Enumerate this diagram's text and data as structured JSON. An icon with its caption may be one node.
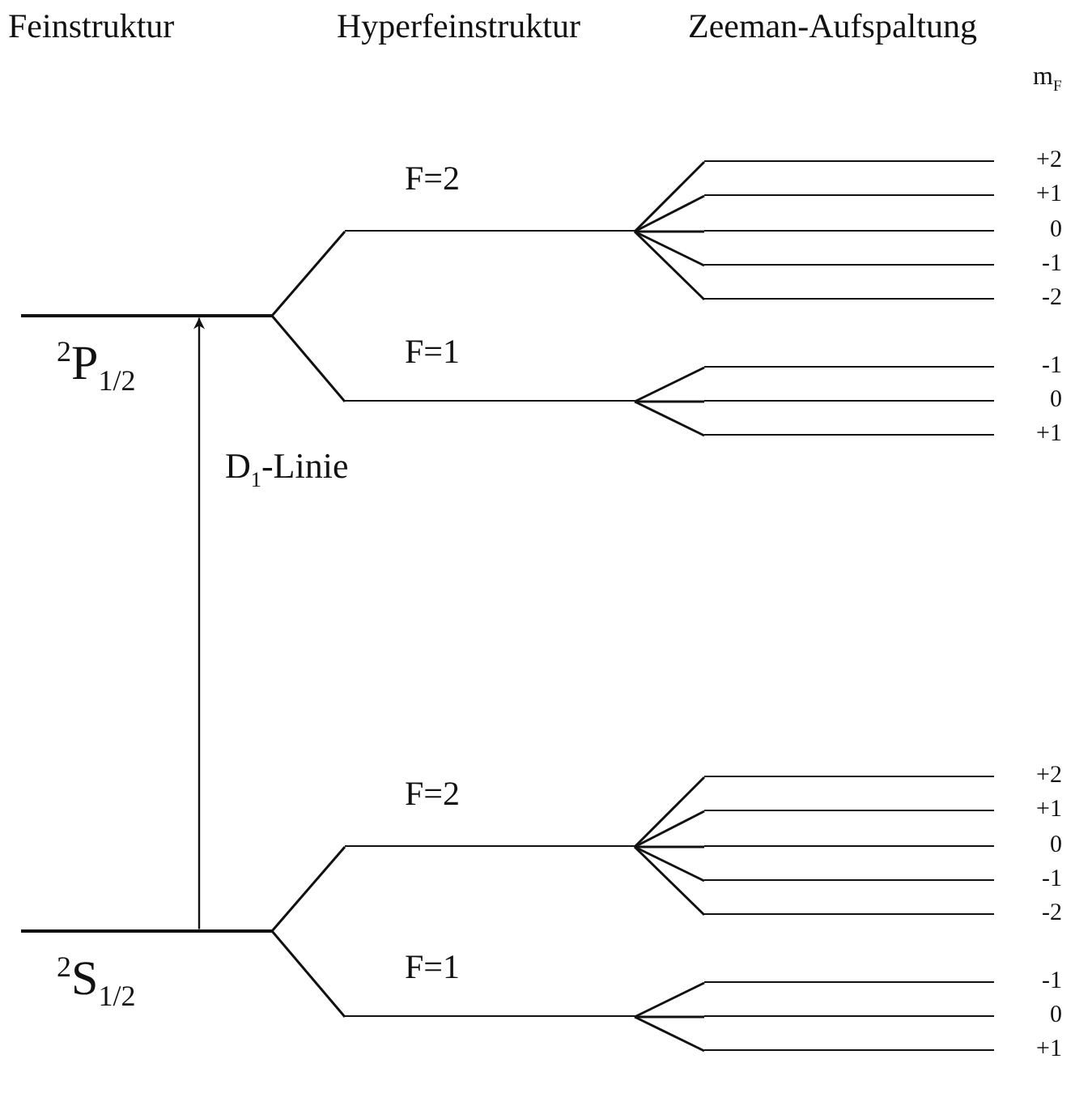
{
  "diagram": {
    "nodes": [
      {
        "text": [
          "$^{2}$P$_{1/2}$"
        ]
      },
      {
        "text": [
          "F=2"
        ]
      },
      {
        "text": [
          "F=1"
        ]
      },
      {
        "text": [
          "+2"
        ]
      },
      {
        "text": [
          "+1"
        ]
      },
      {
        "text": [
          "0"
        ]
      },
      {
        "text": [
          "-1"
        ]
      },
      {
        "text": [
          "-2"
        ]
      },
      {
        "text": [
          "-1"
        ]
      },
      {
        "text": [
          "0"
        ]
      },
      {
        "text": [
          "+1"
        ]
      },
      {
        "text": [
          "$^{2}$S$_{1/2}$"
        ]
      },
      {
        "text": [
          "F=2"
        ]
      },
      {
        "text": [
          "F=1"
        ]
      },
      {
        "text": [
          "+2"
        ]
      },
      {
        "text": [
          "+1"
        ]
      },
      {
        "text": [
          "0"
        ]
      },
      {
        "text": [
          "-1"
        ]
      },
      {
        "text": [
          "-2"
        ]
      },
      {
        "text": [
          "-1"
        ]
      },
      {
        "text": [
          "0"
        ]
      },
      {
        "text": [
          "+1"
        ]
      }
    ],
    "edges": [
      {
        "from": 0,
        "to": 1,
        "arrow": "none"
      },
      {
        "from": 0,
        "to": 2,
        "arrow": "none"
      },
      {
        "from": 1,
        "to": 3,
        "arrow": "none"
      },
      {
        "from": 1,
        "to": 4,
        "arrow": "none"
      },
      {
        "from": 1,
        "to": 5,
        "arrow": "none"
      },
      {
        "from": 1,
        "to": 6,
        "arrow": "none"
      },
      {
        "from": 1,
        "to": 7,
        "arrow": "none"
      },
      {
        "from": 2,
        "to": 8,
        "arrow": "none"
      },
      {
        "from": 2,
        "to": 9,
        "arrow": "none"
      },
      {
        "from": 2,
        "to": 10,
        "arrow": "none"
      },
      {
        "from": 11,
        "to": 12,
        "arrow": "none"
      },
      {
        "from": 11,
        "to": 13,
        "arrow": "none"
      },
      {
        "from": 12,
        "to": 14,
        "arrow": "none"
      },
      {
        "from": 12,
        "to": 15,
        "arrow": "none"
      },
      {
        "from": 12,
        "to": 16,
        "arrow": "none"
      },
      {
        "from": 12,
        "to": 17,
        "arrow": "none"
      },
      {
        "from": 12,
        "to": 18,
        "arrow": "none"
      },
      {
        "from": 13,
        "to": 19,
        "arrow": "none"
      },
      {
        "from": 13,
        "to": 20,
        "arrow": "none"
      },
      {
        "from": 13,
        "to": 21,
        "arrow": "none"
      },
      {
        "from": 11,
        "to": 0,
        "arrow": "to",
        "label": "D$_{1}$-Linie"
      }
    ],
    "labels": [
      "Feinstruktur",
      "Hyperfeinstruktur",
      "Zeeman-Aufspaltung",
      "m$_{F}$"
    ]
  }
}
